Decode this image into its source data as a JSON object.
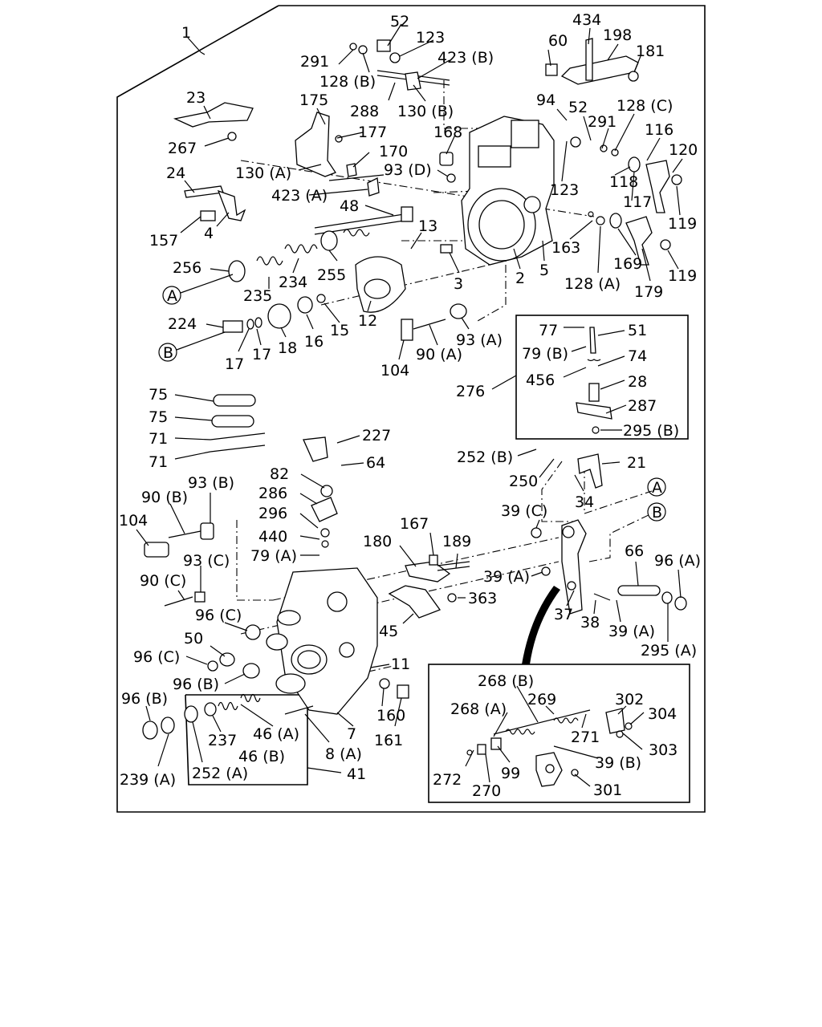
{
  "callouts": {
    "l1": "1",
    "l52a": "52",
    "l123a": "123",
    "l423b": "423 (B)",
    "l291a": "291",
    "l128b": "128 (B)",
    "l288": "288",
    "l130b": "130 (B)",
    "l434": "434",
    "l198": "198",
    "l60": "60",
    "l181": "181",
    "l23": "23",
    "l175": "175",
    "l177": "177",
    "l267": "267",
    "l170": "170",
    "l168": "168",
    "l94": "94",
    "l52b": "52",
    "l128c": "128 (C)",
    "l291b": "291",
    "l116": "116",
    "l120": "120",
    "l24": "24",
    "l130a": "130 (A)",
    "l93d": "93 (D)",
    "l423a": "423 (A)",
    "l123b": "123",
    "l118": "118",
    "l117": "117",
    "l48": "48",
    "l157": "157",
    "l4": "4",
    "l13": "13",
    "l119a": "119",
    "l163": "163",
    "l169": "169",
    "l256": "256",
    "l255": "255",
    "l234": "234",
    "l5": "5",
    "l2": "2",
    "l3": "3",
    "l128a": "128 (A)",
    "l179": "179",
    "l119b": "119",
    "l235": "235",
    "l12": "12",
    "l224": "224",
    "l15": "15",
    "l16": "16",
    "l18": "18",
    "l17a": "17",
    "l17b": "17",
    "l104a": "104",
    "l90a": "90 (A)",
    "l93a": "93 (A)",
    "l77": "77",
    "l51": "51",
    "l79b": "79 (B)",
    "l74": "74",
    "l456": "456",
    "l28": "28",
    "l276": "276",
    "l287": "287",
    "l295b": "295 (B)",
    "l75a": "75",
    "l75b": "75",
    "l71a": "71",
    "l71b": "71",
    "l227": "227",
    "l64": "64",
    "l252b": "252 (B)",
    "l21": "21",
    "l250": "250",
    "l34": "34",
    "l82": "82",
    "l286": "286",
    "l296": "296",
    "l440": "440",
    "l79a": "79 (A)",
    "l90b": "90 (B)",
    "l93b": "93 (B)",
    "l104b": "104",
    "l93c": "93 (C)",
    "l90c": "90 (C)",
    "l167": "167",
    "l180": "180",
    "l189": "189",
    "l39c": "39 (C)",
    "l66": "66",
    "l96a": "96 (A)",
    "l39a1": "39 (A)",
    "l363": "363",
    "l96c1": "96 (C)",
    "l45": "45",
    "l37": "37",
    "l38": "38",
    "l39a2": "39 (A)",
    "l295a": "295 (A)",
    "l50": "50",
    "l96c2": "96 (C)",
    "l11": "11",
    "l96b1": "96 (B)",
    "l268b": "268 (B)",
    "l269": "269",
    "l302": "302",
    "l304": "304",
    "l268a": "268 (A)",
    "l303": "303",
    "l96b2": "96 (B)",
    "l160": "160",
    "l161": "161",
    "l7": "7",
    "l237": "237",
    "l46a": "46 (A)",
    "l46b": "46 (B)",
    "l8a": "8 (A)",
    "l271": "271",
    "l39b": "39 (B)",
    "l239a": "239 (A)",
    "l252a": "252 (A)",
    "l41": "41",
    "l272": "272",
    "l99": "99",
    "l270": "270",
    "l301": "301"
  },
  "markers": {
    "a": "A",
    "b": "B"
  }
}
